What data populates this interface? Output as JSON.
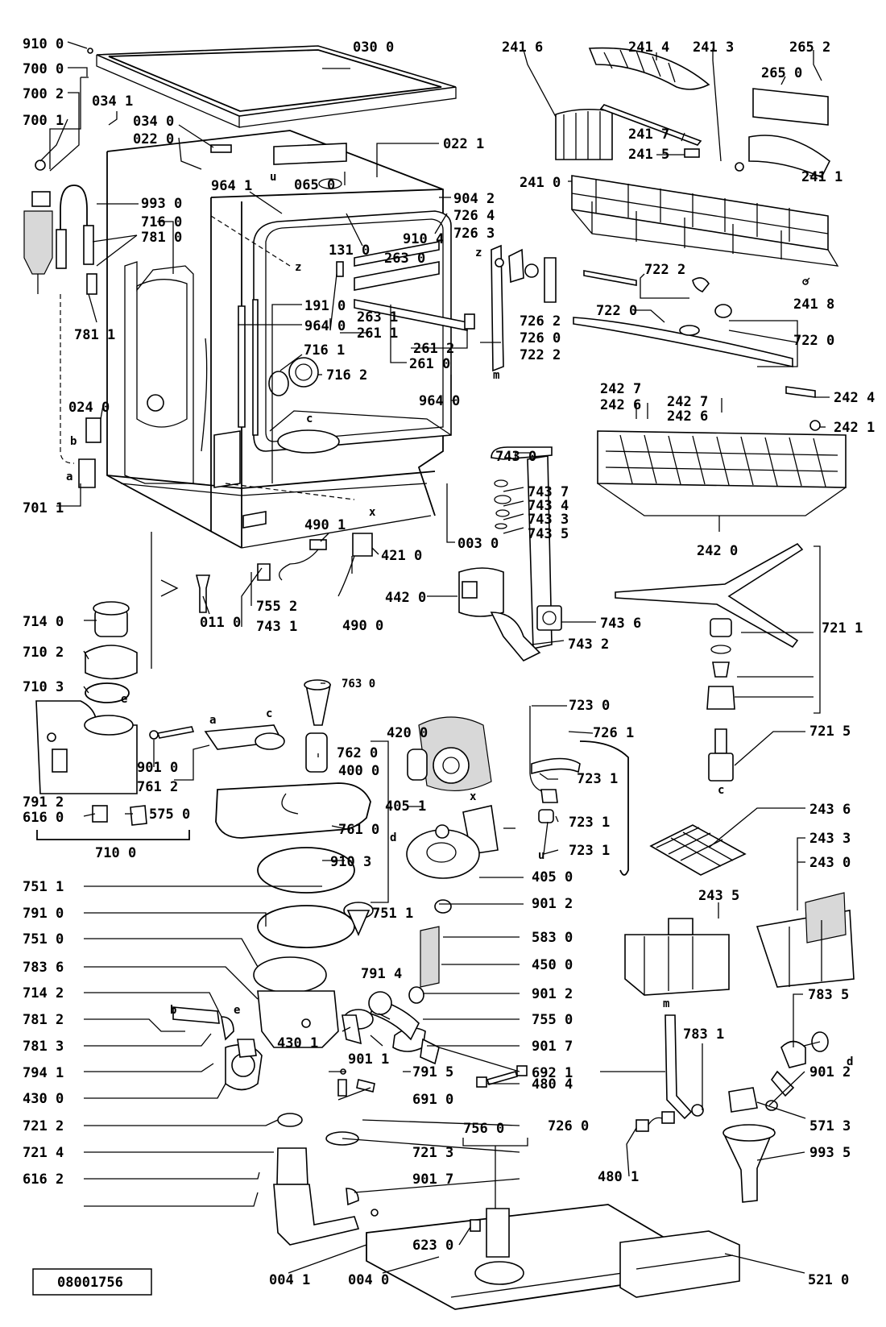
{
  "document_number": "08001756",
  "labels": [
    {
      "id": "l1",
      "text": "910 0"
    },
    {
      "id": "l2",
      "text": "700 0"
    },
    {
      "id": "l3",
      "text": "700 2"
    },
    {
      "id": "l4",
      "text": "700 1"
    },
    {
      "id": "l5",
      "text": "034 1"
    },
    {
      "id": "l6",
      "text": "034 0"
    },
    {
      "id": "l7",
      "text": "022 0"
    },
    {
      "id": "l8",
      "text": "030 0"
    },
    {
      "id": "l9",
      "text": "022 1"
    },
    {
      "id": "l10",
      "text": "964 1"
    },
    {
      "id": "l11",
      "text": "065 0"
    },
    {
      "id": "l12",
      "text": "904 2"
    },
    {
      "id": "l13",
      "text": "993 0"
    },
    {
      "id": "l14",
      "text": "716 0"
    },
    {
      "id": "l15",
      "text": "781 0"
    },
    {
      "id": "l16",
      "text": "131 0"
    },
    {
      "id": "l17",
      "text": "910 4"
    },
    {
      "id": "l18",
      "text": "263 0"
    },
    {
      "id": "l19",
      "text": "726 4"
    },
    {
      "id": "l20",
      "text": "726 3"
    },
    {
      "id": "l21",
      "text": "781 1"
    },
    {
      "id": "l22",
      "text": "191 0"
    },
    {
      "id": "l23",
      "text": "964 0"
    },
    {
      "id": "l24",
      "text": "263 1"
    },
    {
      "id": "l25",
      "text": "261 1"
    },
    {
      "id": "l26",
      "text": "716 1"
    },
    {
      "id": "l27",
      "text": "261 2"
    },
    {
      "id": "l28",
      "text": "261 0"
    },
    {
      "id": "l29",
      "text": "716 2"
    },
    {
      "id": "l30",
      "text": "726 2"
    },
    {
      "id": "l31",
      "text": "726 0"
    },
    {
      "id": "l32",
      "text": "722 2"
    },
    {
      "id": "l33",
      "text": "964 0"
    },
    {
      "id": "l34",
      "text": "024 0"
    },
    {
      "id": "l35",
      "text": "701 1"
    },
    {
      "id": "l36",
      "text": "743 0"
    },
    {
      "id": "l37",
      "text": "743 7"
    },
    {
      "id": "l38",
      "text": "743 4"
    },
    {
      "id": "l39",
      "text": "743 3"
    },
    {
      "id": "l40",
      "text": "743 5"
    },
    {
      "id": "l41",
      "text": "003 0"
    },
    {
      "id": "l42",
      "text": "490 1"
    },
    {
      "id": "l43",
      "text": "421 0"
    },
    {
      "id": "l44",
      "text": "442 0"
    },
    {
      "id": "l45",
      "text": "743 6"
    },
    {
      "id": "l46",
      "text": "743 2"
    },
    {
      "id": "l47",
      "text": "011 0"
    },
    {
      "id": "l48",
      "text": "755 2"
    },
    {
      "id": "l49",
      "text": "743 1"
    },
    {
      "id": "l50",
      "text": "490 0"
    },
    {
      "id": "l51",
      "text": "241 6"
    },
    {
      "id": "l52",
      "text": "241 4"
    },
    {
      "id": "l53",
      "text": "241 3"
    },
    {
      "id": "l54",
      "text": "265 2"
    },
    {
      "id": "l55",
      "text": "265 0"
    },
    {
      "id": "l56",
      "text": "241 7"
    },
    {
      "id": "l57",
      "text": "241 5"
    },
    {
      "id": "l58",
      "text": "241 0"
    },
    {
      "id": "l59",
      "text": "241 1"
    },
    {
      "id": "l60",
      "text": "722 2"
    },
    {
      "id": "l61",
      "text": "722 0"
    },
    {
      "id": "l62",
      "text": "241 8"
    },
    {
      "id": "l63",
      "text": "722 0"
    },
    {
      "id": "l64",
      "text": "242 7"
    },
    {
      "id": "l65",
      "text": "242 6"
    },
    {
      "id": "l66",
      "text": "242 7"
    },
    {
      "id": "l67",
      "text": "242 6"
    },
    {
      "id": "l68",
      "text": "242 4"
    },
    {
      "id": "l69",
      "text": "242 1"
    },
    {
      "id": "l70",
      "text": "242 0"
    },
    {
      "id": "l71",
      "text": "721 1"
    },
    {
      "id": "l72",
      "text": "721 5"
    },
    {
      "id": "l73",
      "text": "714 0"
    },
    {
      "id": "l74",
      "text": "710 2"
    },
    {
      "id": "l75",
      "text": "710 3"
    },
    {
      "id": "l76",
      "text": "901 0"
    },
    {
      "id": "l77",
      "text": "761 2"
    },
    {
      "id": "l78",
      "text": "791 2"
    },
    {
      "id": "l79",
      "text": "616 0"
    },
    {
      "id": "l80",
      "text": "575 0"
    },
    {
      "id": "l81",
      "text": "710 0"
    },
    {
      "id": "l82",
      "text": "763 0"
    },
    {
      "id": "l83",
      "text": "762 0"
    },
    {
      "id": "l84",
      "text": "420 0"
    },
    {
      "id": "l85",
      "text": "400 0"
    },
    {
      "id": "l86",
      "text": "761 0"
    },
    {
      "id": "l87",
      "text": "910 3"
    },
    {
      "id": "l88",
      "text": "405 1"
    },
    {
      "id": "l89",
      "text": "723 0"
    },
    {
      "id": "l90",
      "text": "726 1"
    },
    {
      "id": "l91",
      "text": "723 1"
    },
    {
      "id": "l92",
      "text": "723 1"
    },
    {
      "id": "l93",
      "text": "723 1"
    },
    {
      "id": "l94",
      "text": "243 6"
    },
    {
      "id": "l95",
      "text": "243 3"
    },
    {
      "id": "l96",
      "text": "243 5"
    },
    {
      "id": "l97",
      "text": "243 0"
    },
    {
      "id": "l98",
      "text": "405 0"
    },
    {
      "id": "l99",
      "text": "751 1"
    },
    {
      "id": "l100",
      "text": "751 1"
    },
    {
      "id": "l101",
      "text": "901 2"
    },
    {
      "id": "l102",
      "text": "791 0"
    },
    {
      "id": "l103",
      "text": "583 0"
    },
    {
      "id": "l104",
      "text": "751 0"
    },
    {
      "id": "l105",
      "text": "450 0"
    },
    {
      "id": "l106",
      "text": "783 6"
    },
    {
      "id": "l107",
      "text": "791 4"
    },
    {
      "id": "l108",
      "text": "901 2"
    },
    {
      "id": "l109",
      "text": "714 2"
    },
    {
      "id": "l110",
      "text": "755 0"
    },
    {
      "id": "l111",
      "text": "781 2"
    },
    {
      "id": "l112",
      "text": "901 7"
    },
    {
      "id": "l113",
      "text": "781 3"
    },
    {
      "id": "l114",
      "text": "430 1"
    },
    {
      "id": "l115",
      "text": "901 1"
    },
    {
      "id": "l116",
      "text": "692 1"
    },
    {
      "id": "l117",
      "text": "794 1"
    },
    {
      "id": "l118",
      "text": "783 1"
    },
    {
      "id": "l119",
      "text": "783 5"
    },
    {
      "id": "l120",
      "text": "480 4"
    },
    {
      "id": "l121",
      "text": "430 0"
    },
    {
      "id": "l122",
      "text": "791 5"
    },
    {
      "id": "l123",
      "text": "901 2"
    },
    {
      "id": "l124",
      "text": "721 2"
    },
    {
      "id": "l125",
      "text": "691 0"
    },
    {
      "id": "l126",
      "text": "726 0"
    },
    {
      "id": "l127",
      "text": "571 3"
    },
    {
      "id": "l128",
      "text": "721 3"
    },
    {
      "id": "l129",
      "text": "756 0"
    },
    {
      "id": "l130",
      "text": "721 4"
    },
    {
      "id": "l131",
      "text": "901 7"
    },
    {
      "id": "l132",
      "text": "993 5"
    },
    {
      "id": "l133",
      "text": "616 2"
    },
    {
      "id": "l134",
      "text": "480 1"
    },
    {
      "id": "l135",
      "text": "623 0"
    },
    {
      "id": "l136",
      "text": "004 1"
    },
    {
      "id": "l137",
      "text": "004 0"
    },
    {
      "id": "l138",
      "text": "521 0"
    }
  ],
  "markers": [
    {
      "id": "m1",
      "text": "u"
    },
    {
      "id": "m2",
      "text": "z"
    },
    {
      "id": "m3",
      "text": "z"
    },
    {
      "id": "m4",
      "text": "c"
    },
    {
      "id": "m5",
      "text": "b"
    },
    {
      "id": "m6",
      "text": "a"
    },
    {
      "id": "m7",
      "text": "x"
    },
    {
      "id": "m8",
      "text": "m"
    },
    {
      "id": "m9",
      "text": "e"
    },
    {
      "id": "m10",
      "text": "a"
    },
    {
      "id": "m11",
      "text": "c"
    },
    {
      "id": "m12",
      "text": "d"
    },
    {
      "id": "m13",
      "text": "x"
    },
    {
      "id": "m14",
      "text": "u"
    },
    {
      "id": "m15",
      "text": "c"
    },
    {
      "id": "m16",
      "text": "b"
    },
    {
      "id": "m17",
      "text": "e"
    },
    {
      "id": "m18",
      "text": "m"
    },
    {
      "id": "m19",
      "text": "d"
    }
  ]
}
